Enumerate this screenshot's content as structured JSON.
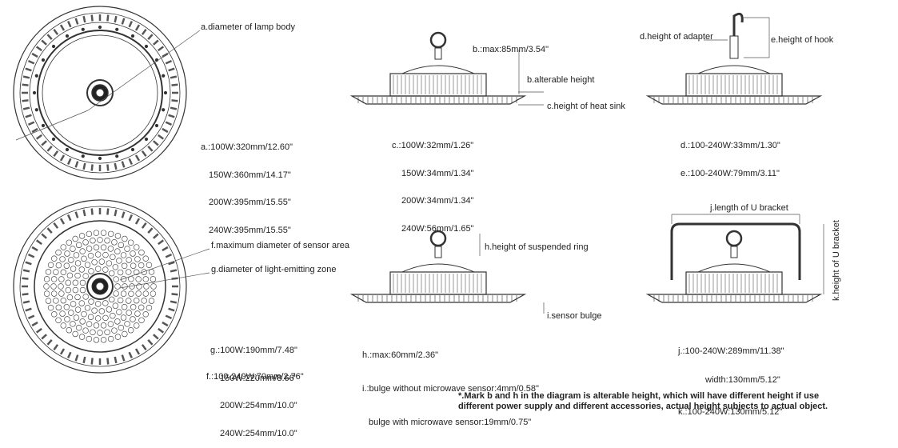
{
  "labels": {
    "a": "a.diameter of lamp body",
    "b_max": "b.:max:85mm/3.54\"",
    "b": "b.alterable height",
    "c": "c.height of heat sink",
    "d": "d.height of adapter",
    "e": "e.height of hook",
    "f": "f.maximum diameter of sensor area",
    "g": "g.diameter of light-emitting zone",
    "h": "h.height of suspended ring",
    "i": "i.sensor bulge",
    "j": "j.length of U bracket",
    "k": "k.height of U bracket"
  },
  "specs": {
    "a": [
      "a.:100W:320mm/12.60\"",
      "150W:360mm/14.17\"",
      "200W:395mm/15.55\"",
      "240W:395mm/15.55\""
    ],
    "c": [
      "c.:100W:32mm/1.26\"",
      "150W:34mm/1.34\"",
      "200W:34mm/1.34\"",
      "240W:56mm/1.65\""
    ],
    "de": [
      "d.:100-240W:33mm/1.30\"",
      "e.:100-240W:79mm/3.11\""
    ],
    "g": [
      "g.:100W:190mm/7.48\"",
      "150W:220mm/8.66\"",
      "200W:254mm/10.0\"",
      "240W:254mm/10.0\""
    ],
    "f": "f.:100-240W:70mm/2.76\"",
    "hi": [
      "h.:max:60mm/2.36\"",
      "i.:bulge without microwave sensor:4mm/0.58\"",
      "bulge with microwave sensor:19mm/0.75\""
    ],
    "jk": [
      "j.:100-240W:289mm/11.38\"",
      "width:130mm/5.12\"",
      "k.:100-240W:130mm/5.12\""
    ]
  },
  "note": [
    "*.Mark b and h in the diagram is alterable height, which will have different height if use",
    "different power supply and different accessories, actual height subjects to actual object."
  ]
}
